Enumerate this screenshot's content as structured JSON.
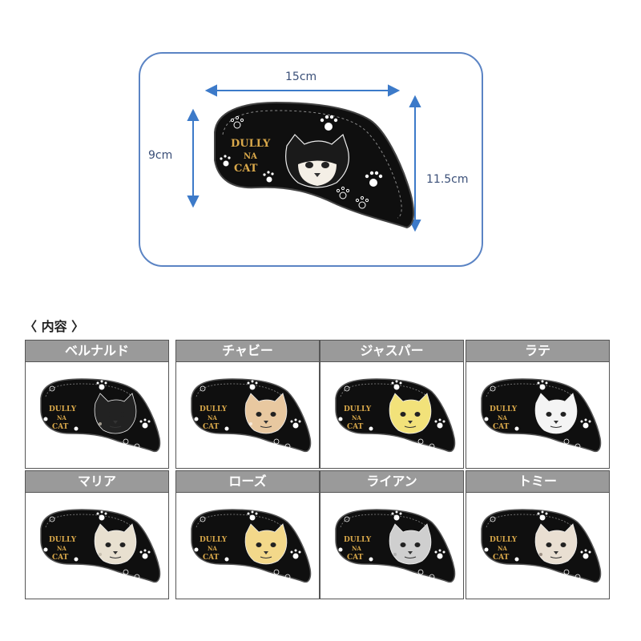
{
  "dimensions": {
    "width": "15cm",
    "height_left": "9cm",
    "height_right": "11.5cm"
  },
  "product": {
    "logo_lines": [
      "DULLY",
      "NA",
      "CAT"
    ]
  },
  "contents": {
    "heading": "〈 内容 〉",
    "items": [
      {
        "name": "ベルナルド",
        "face_color": "#222222",
        "accent": "#f0e6d0"
      },
      {
        "name": "チャビー",
        "face_color": "#e8c8a0",
        "accent": "#ffffff"
      },
      {
        "name": "ジャスパー",
        "face_color": "#f2e27a",
        "accent": "#f2e27a"
      },
      {
        "name": "ラテ",
        "face_color": "#f4f4f4",
        "accent": "#f4f4f4"
      },
      {
        "name": "マリア",
        "face_color": "#e8e0d0",
        "accent": "#b0a898"
      },
      {
        "name": "ローズ",
        "face_color": "#f3d88a",
        "accent": "#f3d88a"
      },
      {
        "name": "ライアン",
        "face_color": "#cfcfcf",
        "accent": "#9a9a9a"
      },
      {
        "name": "トミー",
        "face_color": "#e9dfd2",
        "accent": "#6b5b50"
      }
    ]
  }
}
